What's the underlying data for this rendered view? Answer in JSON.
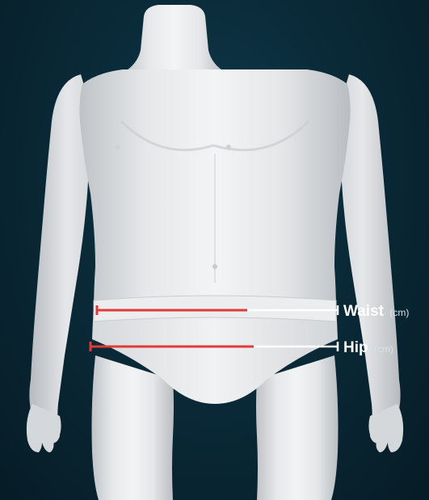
{
  "measurements": [
    {
      "id": "waist",
      "label": "Waist",
      "unit": "(cm)"
    },
    {
      "id": "hip",
      "label": "Hip",
      "unit": "(cm)"
    }
  ],
  "colors": {
    "measure_line_on_body": "#e23a3a",
    "leader_line": "#ffffff",
    "background": "#0a2a38",
    "mannequin": "#e9eaec"
  }
}
